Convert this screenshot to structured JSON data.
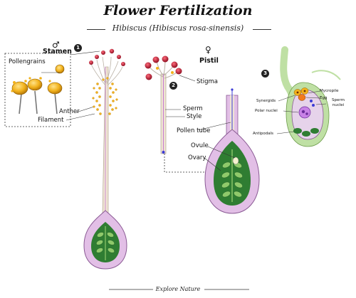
{
  "header": {
    "title": "Flower Fertilization",
    "subtitle": "Hibiscus (Hibiscus rosa-sinensis)"
  },
  "stamen": {
    "number": "1",
    "symbol": "♂",
    "title": "Stamen",
    "labels": {
      "pollengrains": "Pollengrains",
      "anther": "Anther",
      "filament": "Filament"
    }
  },
  "pistil": {
    "number": "2",
    "symbol": "♀",
    "title": "Pistil",
    "labels": {
      "stigma": "Stigma",
      "sperm": "Sperm",
      "style": "Style",
      "pollen_tube": "Pollen tube",
      "ovule": "Ovule",
      "ovary": "Ovary"
    }
  },
  "ovule_detail": {
    "number": "3",
    "labels": {
      "mycropile": "Mycropile",
      "egg": "Egg",
      "synergids": "Synergids",
      "sperm_nuclei": "Sperm nuclei",
      "polar_nuclei": "Polar nuclei",
      "antipodals": "Antipodals"
    }
  },
  "footer": {
    "text": "Explore Nature"
  },
  "colors": {
    "petal": "#e2bfe6",
    "petal_edge": "#8a5a94",
    "ovary_green": "#2f7d32",
    "ovule_green": "#8fc96b",
    "anther_yellow": "#f2b21c",
    "stigma_red": "#b3122a",
    "nucleus_purple": "#8e3bb8"
  }
}
